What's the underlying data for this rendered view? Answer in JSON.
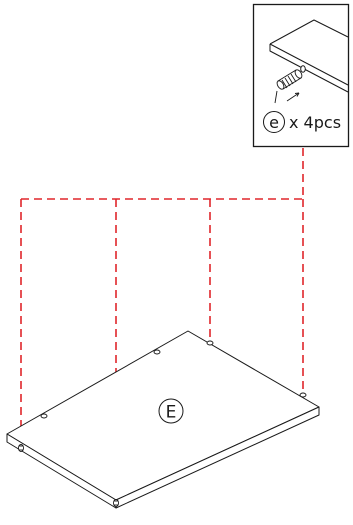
{
  "panel": {
    "label": "E"
  },
  "hardware": {
    "part_letter": "e",
    "quantity_text": "x 4pcs",
    "icon": "wooden-dowel-icon"
  },
  "colors": {
    "line": "#1a1a1a",
    "guide": "#e0262b",
    "background": "#ffffff"
  }
}
